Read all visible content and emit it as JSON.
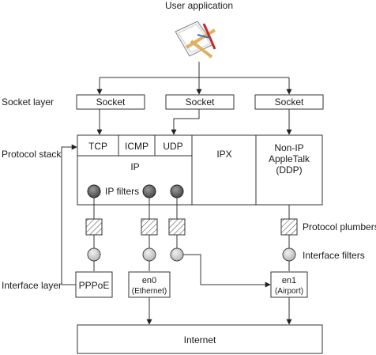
{
  "user_application": {
    "label": "User application"
  },
  "layers": {
    "socket": "Socket layer",
    "protocol": "Protocol stack",
    "interface": "Interface layer"
  },
  "sockets": [
    "Socket",
    "Socket",
    "Socket"
  ],
  "protocols": {
    "tcp": "TCP",
    "icmp": "ICMP",
    "udp": "UDP",
    "ip": "IP",
    "ipx": "IPX",
    "non_ip": [
      "Non-IP",
      "AppleTalk",
      "(DDP)"
    ]
  },
  "labels": {
    "ip_filters": "IP filters",
    "protocol_plumbers": "Protocol plumbers",
    "interface_filters": "Interface filters"
  },
  "interfaces": {
    "pppoe": "PPPoE",
    "en0": {
      "name": "en0",
      "sub": "(Ethernet)"
    },
    "en1": {
      "name": "en1",
      "sub": "(Airport)"
    }
  },
  "internet": "Internet"
}
